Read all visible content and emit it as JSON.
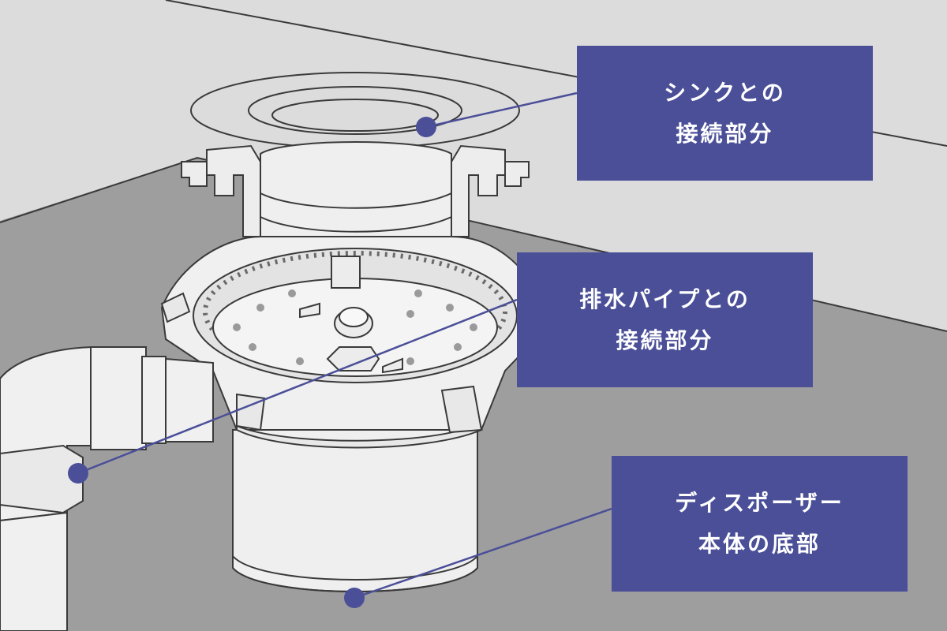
{
  "callouts": {
    "sink_connection": {
      "line1": "シンクとの",
      "line2": "接続部分"
    },
    "drain_connection": {
      "line1": "排水パイプとの",
      "line2": "接続部分"
    },
    "disposer_bottom": {
      "line1": "ディスポーザー",
      "line2": "本体の底部"
    }
  },
  "colors": {
    "callout_bg": "#4a4f98",
    "callout_text": "#ffffff",
    "leader": "#4a4f98",
    "wall": "#dcdcdc",
    "cabinet_floor": "#9e9e9e",
    "device_fill": "#f2f2f2",
    "outline": "#3a3a3a"
  }
}
